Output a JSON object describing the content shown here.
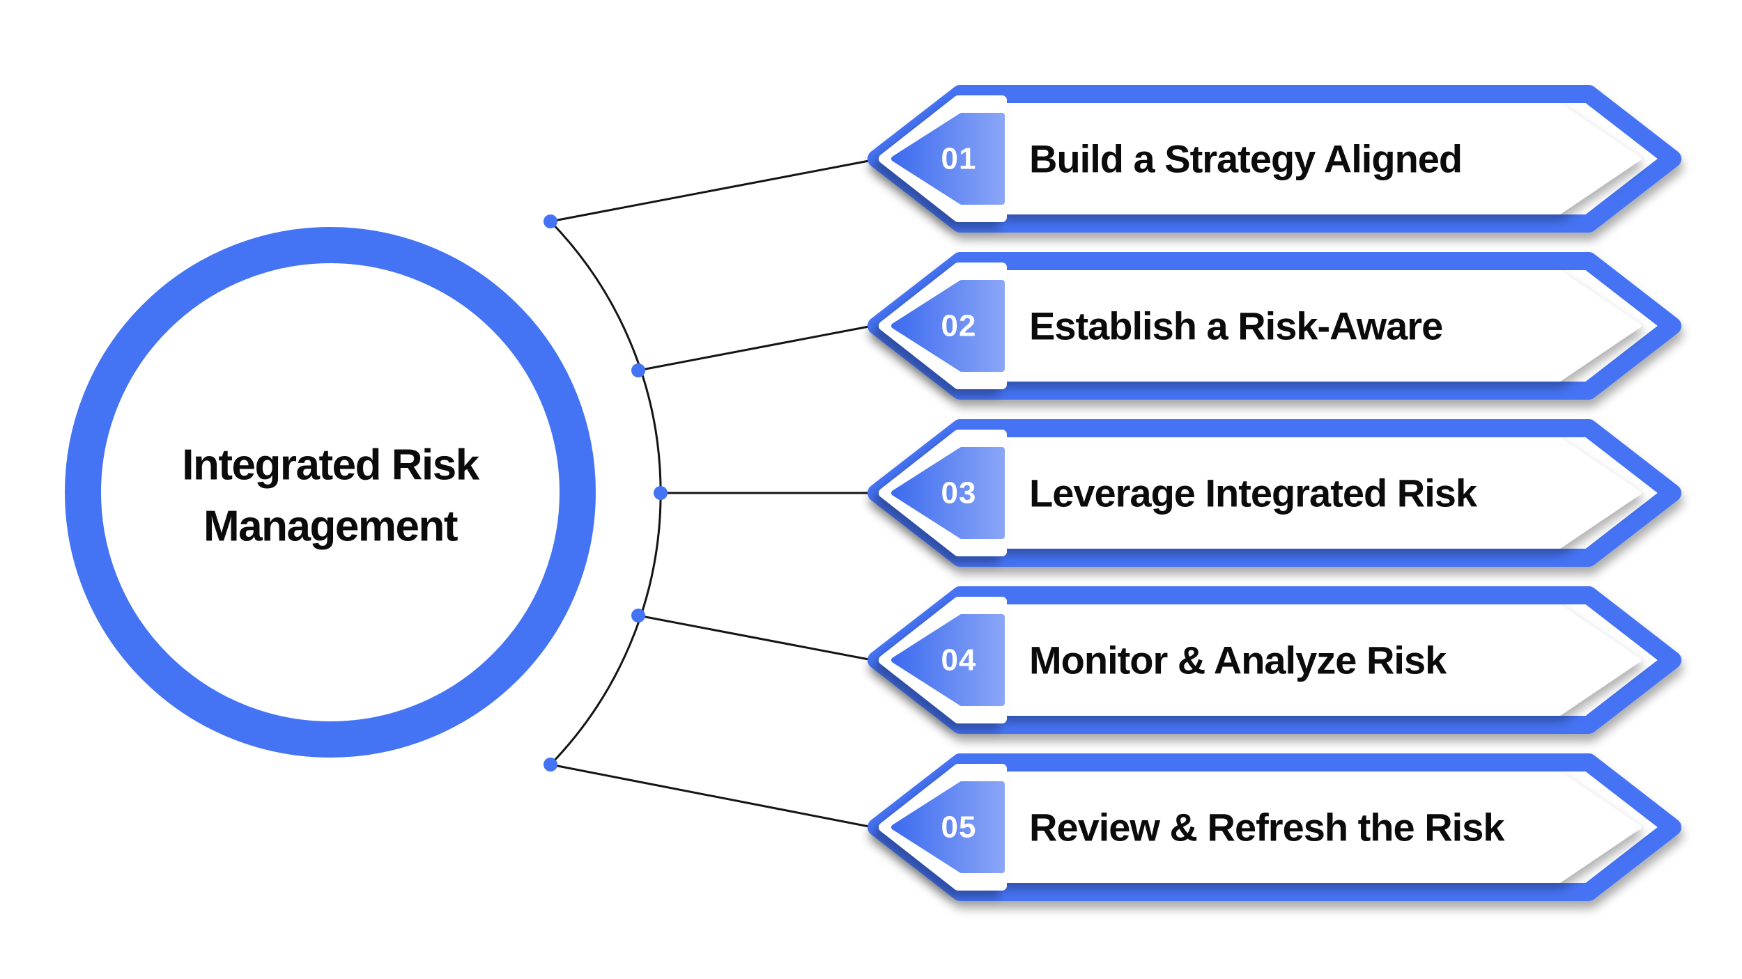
{
  "diagram_title": "Integrated Risk Management",
  "colors": {
    "accent": "#4473F4",
    "accent_dark": "#3E6CEF",
    "accent_light": "#8EA9F7",
    "connector": "#141414",
    "title_text": "#0B0B0B",
    "number_text": "#FFFFFF",
    "background": "#FFFFFF"
  },
  "center": {
    "line1": "Integrated Risk",
    "line2": "Management"
  },
  "steps": [
    {
      "number": "01",
      "title": "Build a Strategy Aligned"
    },
    {
      "number": "02",
      "title": "Establish a Risk-Aware"
    },
    {
      "number": "03",
      "title": "Leverage Integrated Risk"
    },
    {
      "number": "04",
      "title": "Monitor & Analyze Risk"
    },
    {
      "number": "05",
      "title": "Review & Refresh the Risk"
    }
  ]
}
